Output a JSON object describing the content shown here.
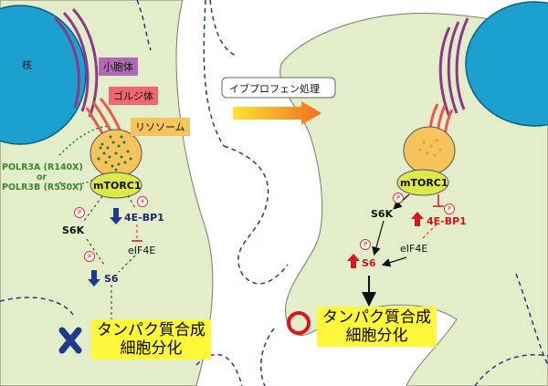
{
  "labels": {
    "nucleus": "核",
    "er": "小胞体",
    "golgi": "ゴルジ体",
    "lysosome": "リソソーム",
    "treatment": "イブプロフェン処理",
    "mutation_a": "POLR3A (R140X)",
    "mutation_or": "or",
    "mutation_b": "POLR3B (R550X)",
    "mtorc1": "mTORC1",
    "s6k": "S6K",
    "fourebp1": "4E-BP1",
    "eif4e": "eIF4E",
    "s6": "S6",
    "outcome_line1": "タンパク質合成",
    "outcome_line2": "細胞分化",
    "phospho_mark": "P",
    "inhibit_mark": "×"
  },
  "colors": {
    "cell_fill": "#e3edc9",
    "nucleus": "#1ba0cf",
    "er": "#8b3a8b",
    "golgi": "#ea5a4a",
    "lysosome": "#f6c35c",
    "mtorc1": "#dde84a",
    "green_dots": "#1e7a36",
    "decrease_arrow": "#1f3a8a",
    "increase_arrow": "#d9151b",
    "highlight": "#fff83a"
  }
}
